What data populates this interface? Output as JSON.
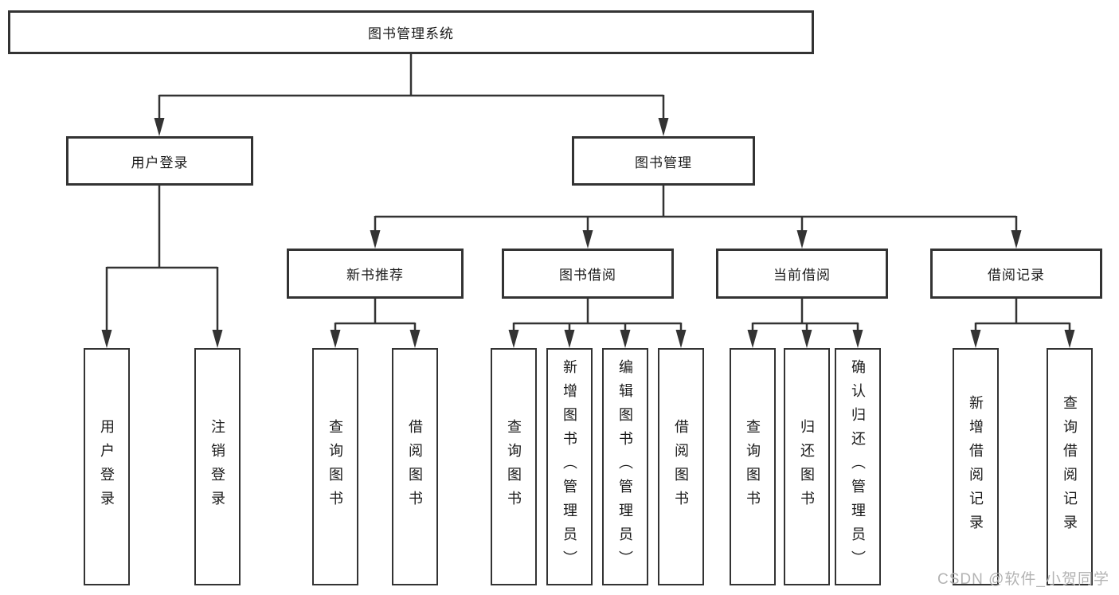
{
  "tree": {
    "label": "图书管理系统",
    "children": [
      {
        "label": "用户登录",
        "children": [
          {
            "label": "用户登录"
          },
          {
            "label": "注销登录"
          }
        ]
      },
      {
        "label": "图书管理",
        "children": [
          {
            "label": "新书推荐",
            "children": [
              {
                "label": "查询图书"
              },
              {
                "label": "借阅图书"
              }
            ]
          },
          {
            "label": "图书借阅",
            "children": [
              {
                "label": "查询图书"
              },
              {
                "label": "新增图书（管理员）"
              },
              {
                "label": "编辑图书（管理员）"
              },
              {
                "label": "借阅图书"
              }
            ]
          },
          {
            "label": "当前借阅",
            "children": [
              {
                "label": "查询图书"
              },
              {
                "label": "归还图书"
              },
              {
                "label": "确认归还（管理员）"
              }
            ]
          },
          {
            "label": "借阅记录",
            "children": [
              {
                "label": "新增借阅记录"
              },
              {
                "label": "查询借阅记录"
              }
            ]
          }
        ]
      }
    ]
  },
  "watermark": "CSDN @软件_小贺同学",
  "colors": {
    "line": "#333333",
    "box_border": "#333333",
    "text": "#1a1a1a",
    "watermark": "#b3b3b3",
    "background": "#ffffff"
  }
}
